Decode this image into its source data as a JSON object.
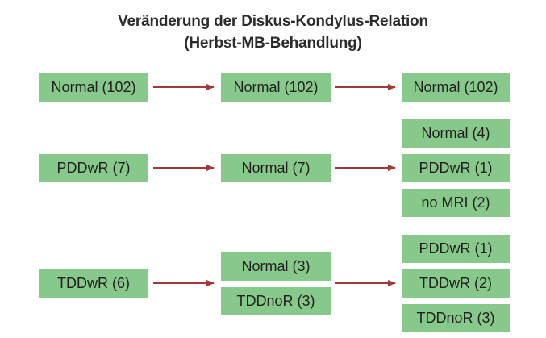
{
  "title": {
    "line1": "Veränderung der Diskus-Kondylus-Relation",
    "line2": "(Herbst-MB-Behandlung)"
  },
  "colors": {
    "box": "#86c98a",
    "arrow": "#a3383b",
    "text": "#231f20"
  },
  "rows": [
    {
      "start": "Normal (102)",
      "middle": [
        "Normal (102)"
      ],
      "end": [
        "Normal (102)"
      ]
    },
    {
      "start": "PDDwR (7)",
      "middle": [
        "Normal (7)"
      ],
      "end": [
        "Normal (4)",
        "PDDwR (1)",
        "no MRI (2)"
      ]
    },
    {
      "start": "TDDwR (6)",
      "middle": [
        "Normal (3)",
        "TDDnoR (3)"
      ],
      "end": [
        "PDDwR (1)",
        "TDDwR (2)",
        "TDDnoR (3)"
      ]
    }
  ]
}
